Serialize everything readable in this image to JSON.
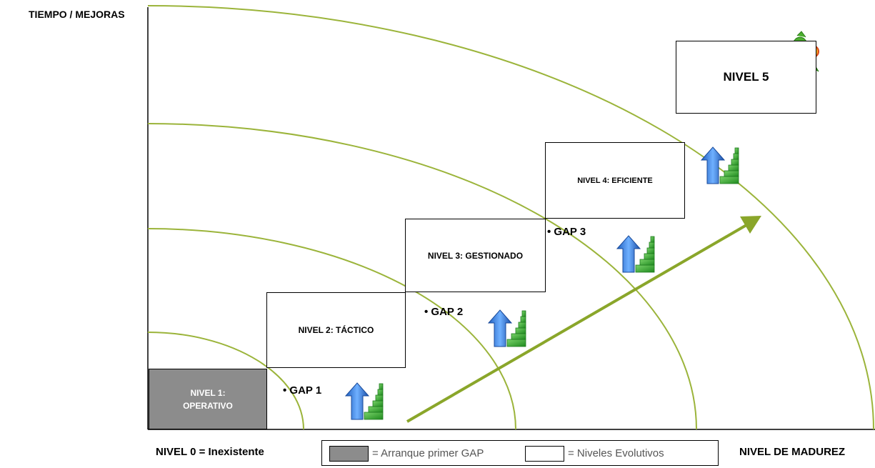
{
  "axes": {
    "y_label": "TIEMPO / MEJORAS",
    "x_label": "NIVEL DE MADUREZ",
    "origin_label": "NIVEL 0 = Inexistente"
  },
  "levels": [
    {
      "label": "NIVEL 1: OPERATIVO",
      "style": "start"
    },
    {
      "label": "NIVEL 2: TÁCTICO",
      "style": "evolutivo"
    },
    {
      "label": "NIVEL 3: GESTIONADO",
      "style": "evolutivo"
    },
    {
      "label": "NIVEL 4: EFICIENTE",
      "style": "evolutivo"
    },
    {
      "label": "NIVEL 5",
      "style": "evolutivo"
    }
  ],
  "gaps": [
    "• GAP 1",
    "• GAP 2",
    "• GAP 3"
  ],
  "legend": {
    "start_label": "= Arranque primer GAP",
    "evolutivo_label": "= Niveles Evolutivos"
  },
  "icons": [
    "stairs-up-arrow-icon",
    "award-ribbon-icon"
  ],
  "colors": {
    "curve": "#9bb43a",
    "trend_arrow": "#8aa62a",
    "start_fill": "#8c8c8c",
    "icon_arrow": "#2f73d8",
    "icon_stairs": "#3aa83a"
  }
}
